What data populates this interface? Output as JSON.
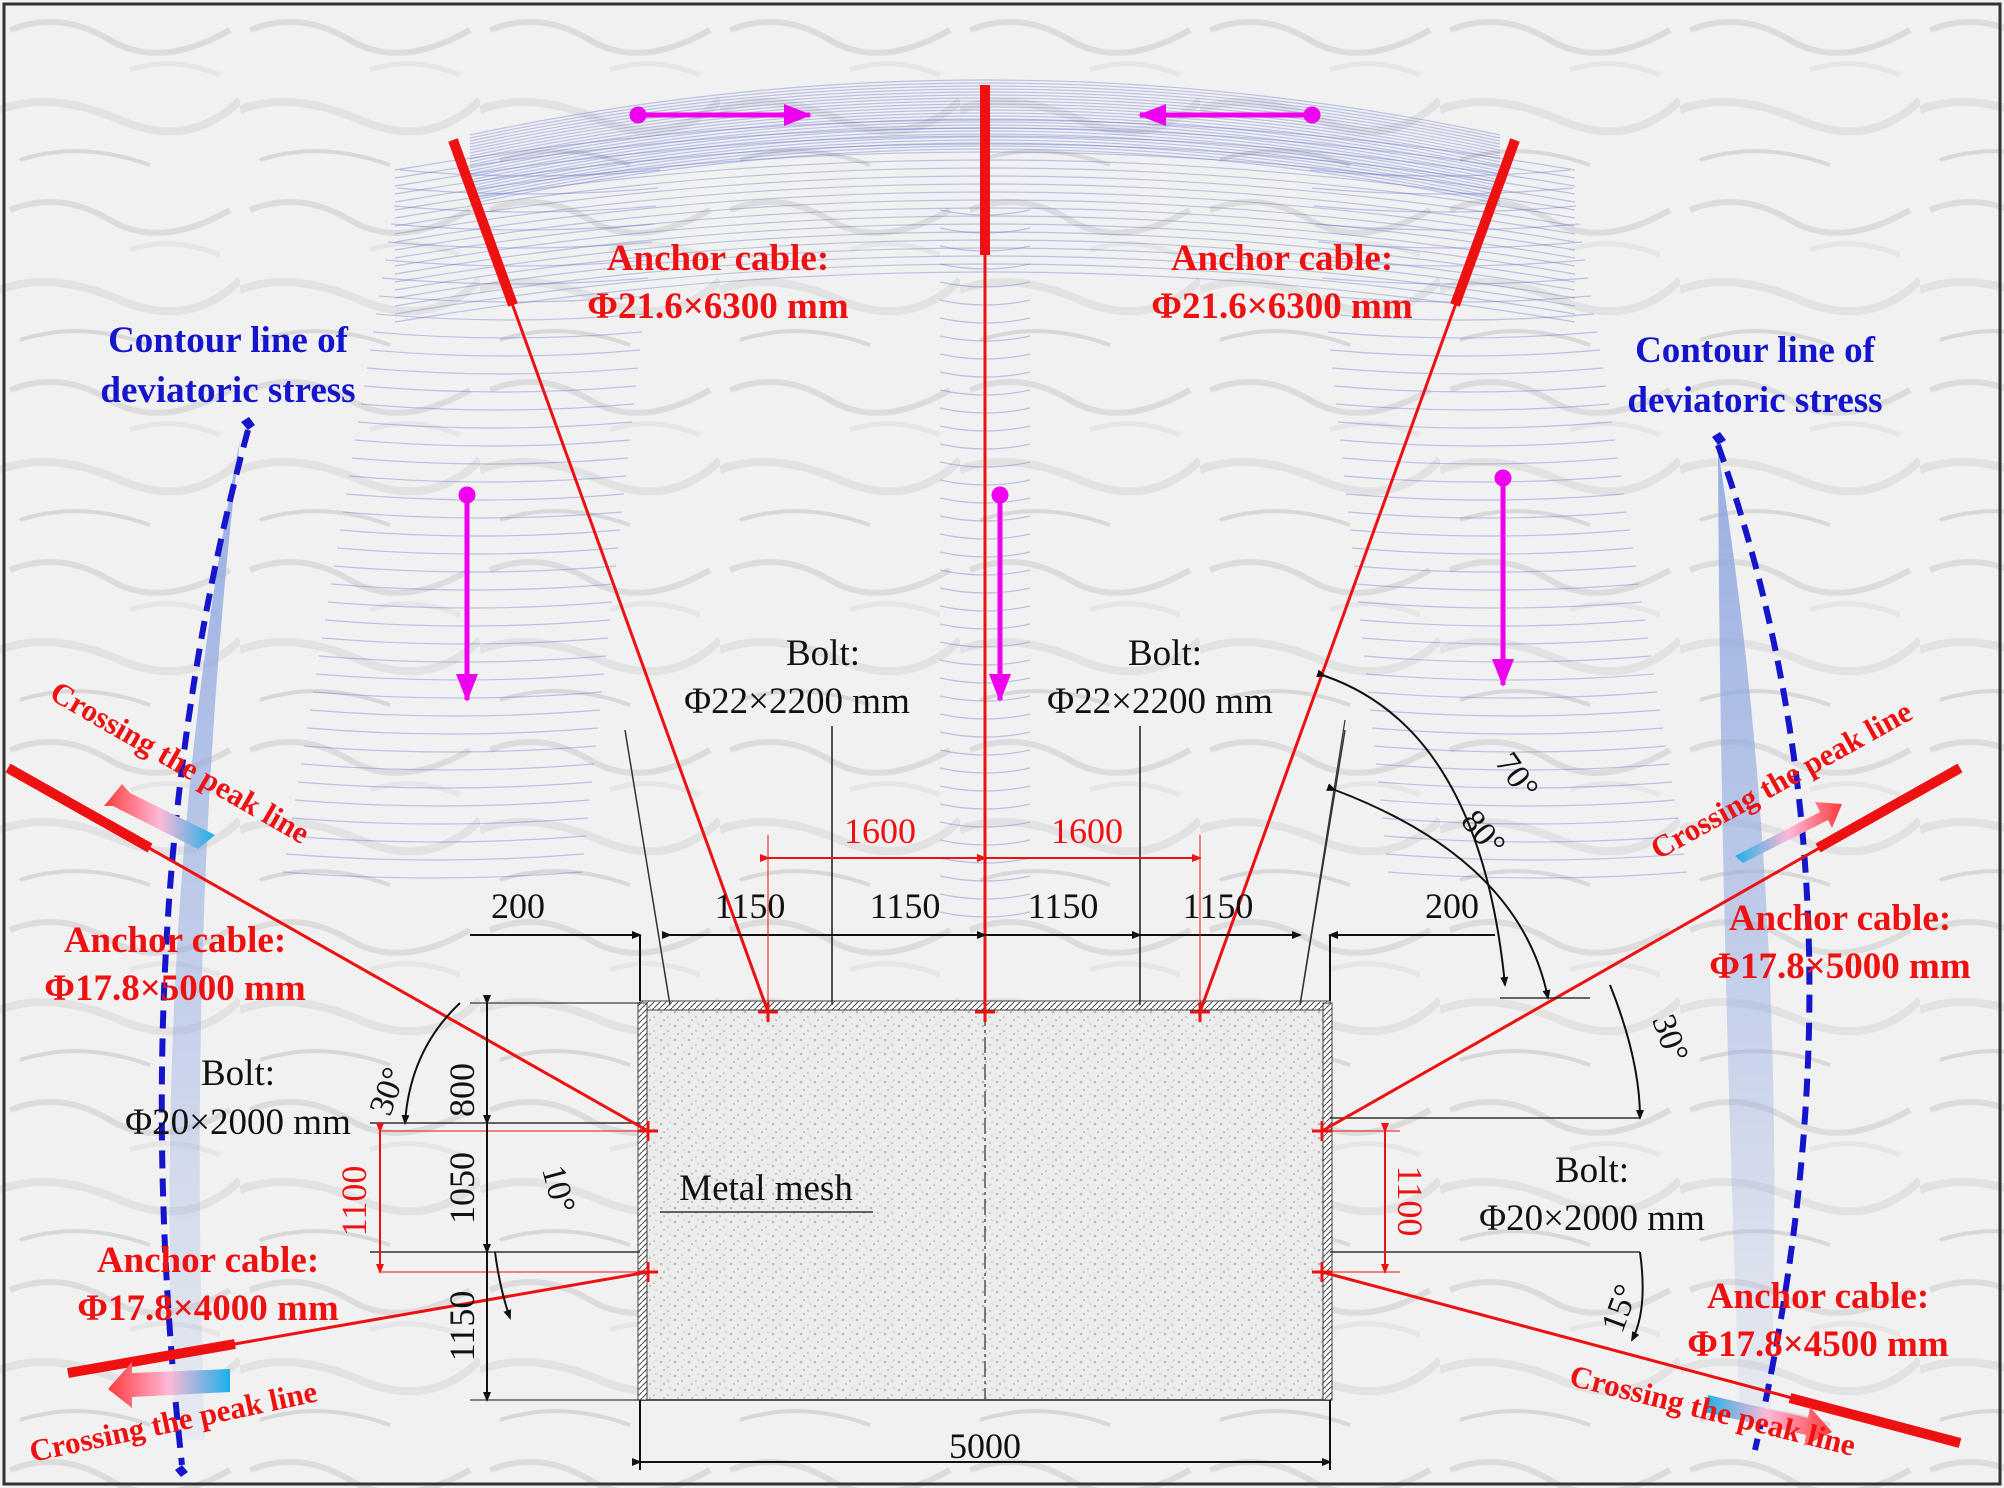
{
  "colors": {
    "cable": "#ee1111",
    "bolt": "#111111",
    "contour_label": "#1515cc",
    "stress_arrow": "#ee00ee",
    "contour_curve": "#2222cc",
    "dimension_red": "#ee1111"
  },
  "labels": {
    "anchor_cable_top_left": [
      "Anchor cable:",
      "Φ21.6×6300 mm"
    ],
    "anchor_cable_top_right": [
      "Anchor cable:",
      "Φ21.6×6300 mm"
    ],
    "anchor_cable_left_upper": [
      "Anchor cable:",
      "Φ17.8×5000 mm"
    ],
    "anchor_cable_right_upper": [
      "Anchor cable:",
      "Φ17.8×5000 mm"
    ],
    "anchor_cable_left_lower": [
      "Anchor cable:",
      "Φ17.8×4000 mm"
    ],
    "anchor_cable_right_lower": [
      "Anchor cable:",
      "Φ17.8×4500 mm"
    ],
    "contour_left": [
      "Contour line of",
      "deviatoric stress"
    ],
    "contour_right": [
      "Contour line of",
      "deviatoric stress"
    ],
    "bolt_roof_left": [
      "Bolt:",
      "Φ22×2200 mm"
    ],
    "bolt_roof_right": [
      "Bolt:",
      "Φ22×2200 mm"
    ],
    "bolt_side_left": [
      "Bolt:",
      "Φ20×2000 mm"
    ],
    "bolt_side_right": [
      "Bolt:",
      "Φ20×2000 mm"
    ],
    "metal_mesh": "Metal mesh",
    "crossing_peak_line": "Crossing the peak line"
  },
  "dimensions": {
    "top_row": [
      "200",
      "1150",
      "1150",
      "1150",
      "1150",
      "200"
    ],
    "cable_spacing": [
      "1600",
      "1600"
    ],
    "left_side": [
      "800",
      "1050",
      "1150"
    ],
    "side_cable_spacing": "1100",
    "width": "5000",
    "angles": {
      "left_upper": "30°",
      "left_lower": "10°",
      "right_upper": "30°",
      "right_lower": "15°",
      "roof_cable": "70°",
      "roof_bolt": "80°"
    }
  }
}
